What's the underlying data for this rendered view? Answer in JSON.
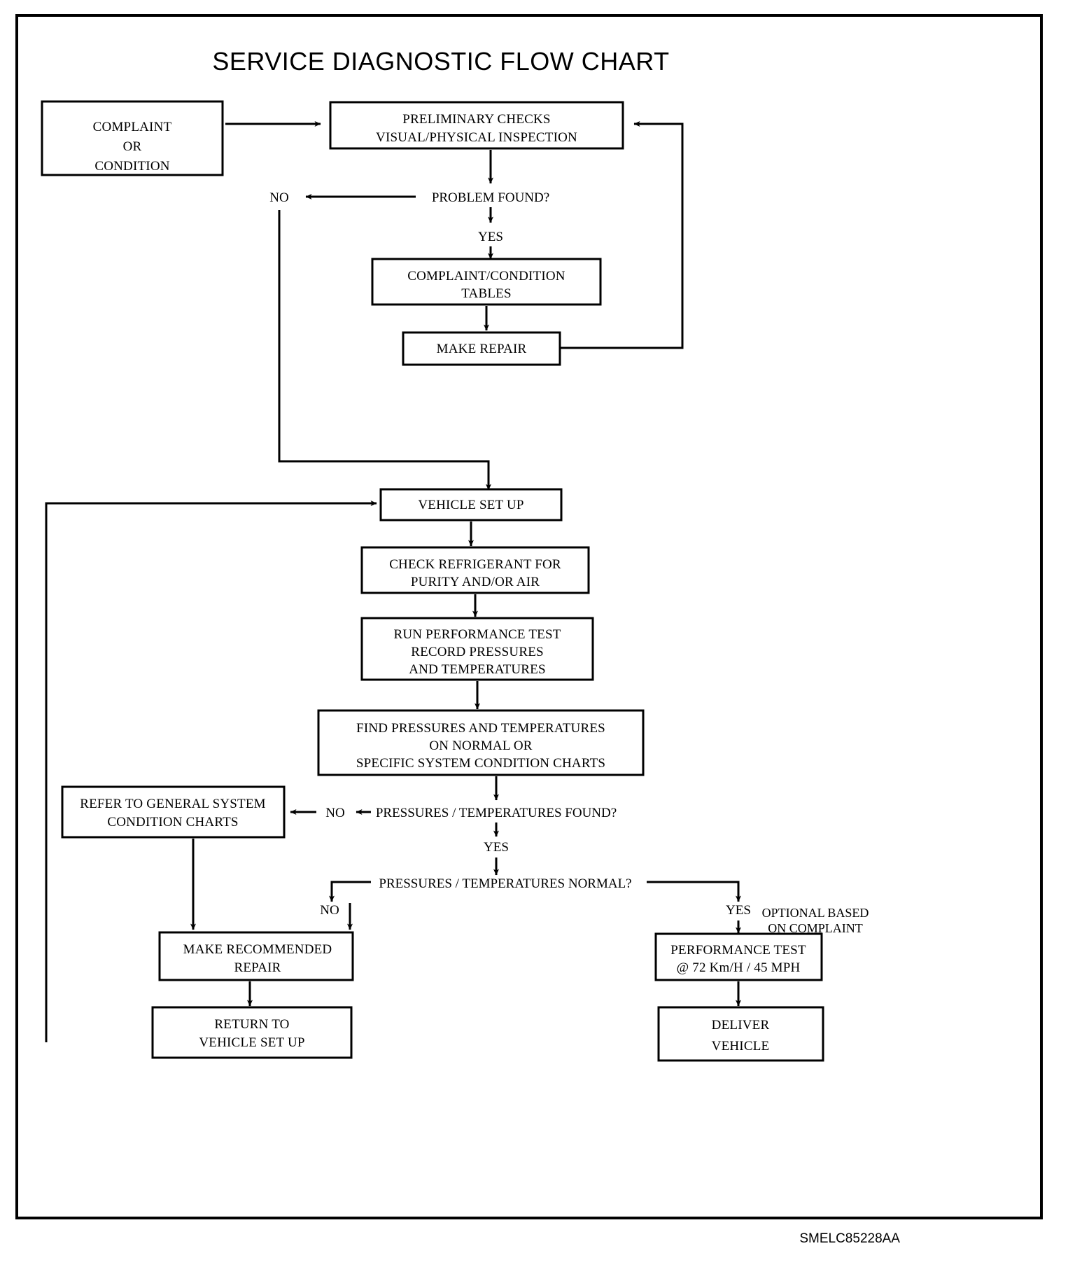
{
  "document": {
    "title": "SERVICE DIAGNOSTIC FLOW CHART",
    "footer_code": "SMELC85228AA"
  },
  "chart_data": {
    "type": "diagram",
    "diagram_kind": "flowchart",
    "title": "SERVICE DIAGNOSTIC FLOW CHART",
    "nodes": [
      {
        "id": "complaint",
        "kind": "process",
        "lines": [
          "COMPLAINT",
          "OR",
          "CONDITION"
        ]
      },
      {
        "id": "prelim",
        "kind": "process",
        "lines": [
          "PRELIMINARY CHECKS",
          "VISUAL/PHYSICAL INSPECTION"
        ]
      },
      {
        "id": "problem_found",
        "kind": "decision",
        "lines": [
          "PROBLEM FOUND?"
        ]
      },
      {
        "id": "cc_tables",
        "kind": "process",
        "lines": [
          "COMPLAINT/CONDITION",
          "TABLES"
        ]
      },
      {
        "id": "make_repair",
        "kind": "process",
        "lines": [
          "MAKE REPAIR"
        ]
      },
      {
        "id": "vehicle_setup",
        "kind": "process",
        "lines": [
          "VEHICLE SET UP"
        ]
      },
      {
        "id": "check_refrigerant",
        "kind": "process",
        "lines": [
          "CHECK REFRIGERANT FOR",
          "PURITY AND/OR AIR"
        ]
      },
      {
        "id": "run_perf_test",
        "kind": "process",
        "lines": [
          "RUN PERFORMANCE TEST",
          "RECORD PRESSURES",
          "AND TEMPERATURES"
        ]
      },
      {
        "id": "find_pt",
        "kind": "process",
        "lines": [
          "FIND PRESSURES AND TEMPERATURES",
          "ON NORMAL OR",
          "SPECIFIC SYSTEM CONDITION CHARTS"
        ]
      },
      {
        "id": "pt_found",
        "kind": "decision",
        "lines": [
          "PRESSURES / TEMPERATURES FOUND?"
        ]
      },
      {
        "id": "refer_general",
        "kind": "process",
        "lines": [
          "REFER TO  GENERAL SYSTEM",
          "CONDITION CHARTS"
        ]
      },
      {
        "id": "pt_normal",
        "kind": "decision",
        "lines": [
          "PRESSURES / TEMPERATURES NORMAL?"
        ]
      },
      {
        "id": "make_rec_repair",
        "kind": "process",
        "lines": [
          "MAKE RECOMMENDED",
          "REPAIR"
        ]
      },
      {
        "id": "return_setup",
        "kind": "process",
        "lines": [
          "RETURN TO",
          "VEHICLE SET UP"
        ]
      },
      {
        "id": "perf_test_speed",
        "kind": "process",
        "lines": [
          "PERFORMANCE TEST",
          "@ 72 Km/H / 45 MPH"
        ]
      },
      {
        "id": "deliver_vehicle",
        "kind": "process",
        "lines": [
          "DELIVER",
          "VEHICLE"
        ]
      }
    ],
    "edge_labels": [
      {
        "id": "no1",
        "text": "NO"
      },
      {
        "id": "yes1",
        "text": "YES"
      },
      {
        "id": "no2",
        "text": "NO"
      },
      {
        "id": "yes2",
        "text": "YES"
      },
      {
        "id": "no3",
        "text": "NO"
      },
      {
        "id": "yes3",
        "text": "YES"
      }
    ],
    "annotations": [
      {
        "id": "optional_note",
        "lines": [
          "OPTIONAL BASED",
          "ON COMPLAINT"
        ]
      }
    ],
    "edges": [
      {
        "from": "complaint",
        "to": "prelim",
        "label": ""
      },
      {
        "from": "prelim",
        "to": "problem_found",
        "label": ""
      },
      {
        "from": "problem_found",
        "to": "vehicle_setup",
        "label": "NO"
      },
      {
        "from": "problem_found",
        "to": "cc_tables",
        "label": "YES"
      },
      {
        "from": "cc_tables",
        "to": "make_repair",
        "label": ""
      },
      {
        "from": "make_repair",
        "to": "prelim",
        "label": ""
      },
      {
        "from": "vehicle_setup",
        "to": "check_refrigerant",
        "label": ""
      },
      {
        "from": "check_refrigerant",
        "to": "run_perf_test",
        "label": ""
      },
      {
        "from": "run_perf_test",
        "to": "find_pt",
        "label": ""
      },
      {
        "from": "find_pt",
        "to": "pt_found",
        "label": ""
      },
      {
        "from": "pt_found",
        "to": "refer_general",
        "label": "NO"
      },
      {
        "from": "pt_found",
        "to": "pt_normal",
        "label": "YES"
      },
      {
        "from": "refer_general",
        "to": "make_rec_repair",
        "label": ""
      },
      {
        "from": "pt_normal",
        "to": "make_rec_repair",
        "label": "NO"
      },
      {
        "from": "pt_normal",
        "to": "perf_test_speed",
        "label": "YES"
      },
      {
        "from": "make_rec_repair",
        "to": "return_setup",
        "label": ""
      },
      {
        "from": "return_setup",
        "to": "vehicle_setup",
        "label": ""
      },
      {
        "from": "perf_test_speed",
        "to": "deliver_vehicle",
        "label": ""
      }
    ]
  }
}
